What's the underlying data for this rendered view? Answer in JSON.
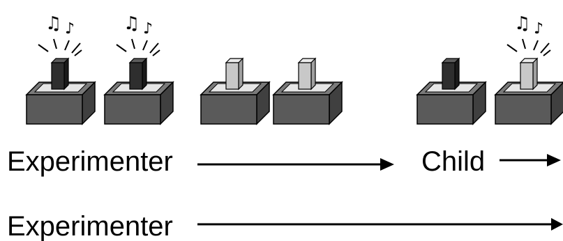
{
  "labels": {
    "experimenter_row1": "Experimenter",
    "child_row1": "Child",
    "experimenter_row2": "Experimenter"
  },
  "boxes": [
    {
      "id": "box-1",
      "block": "dark",
      "music": true
    },
    {
      "id": "box-2",
      "block": "dark",
      "music": true
    },
    {
      "id": "box-3",
      "block": "light",
      "music": false
    },
    {
      "id": "box-4",
      "block": "light",
      "music": false
    },
    {
      "id": "box-5",
      "block": "dark",
      "music": false
    },
    {
      "id": "box-6",
      "block": "light",
      "music": true
    }
  ],
  "colors": {
    "box_front": "#5a5a5a",
    "box_top": "#7a7a7a",
    "box_side": "#404040",
    "pad": "#e6e6e6",
    "block_dark_front": "#2e2e2e",
    "block_dark_top": "#5c5c5c",
    "block_dark_side": "#1a1a1a",
    "block_light_front": "#c8c8c8",
    "block_light_top": "#ececec",
    "block_light_side": "#a0a0a0",
    "stroke": "#000000"
  },
  "icons": {
    "music": "music-notes-icon",
    "arrow": "arrow-right-icon"
  }
}
